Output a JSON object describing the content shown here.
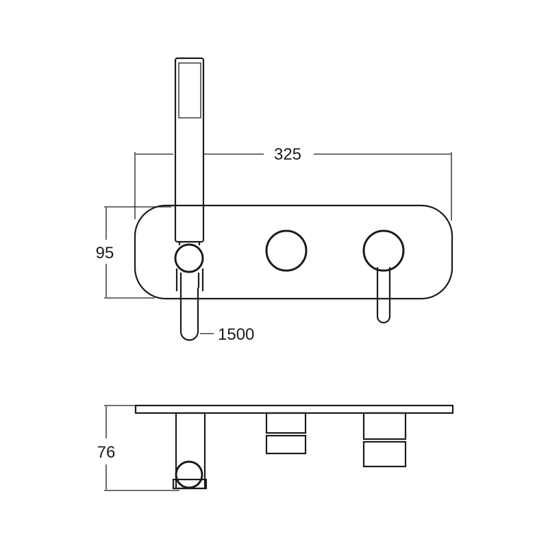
{
  "diagram": {
    "dimensions": {
      "width": "325",
      "height": "95",
      "hose_length": "1500",
      "depth": "76"
    },
    "colors": {
      "line": "#1a1a1a",
      "background": "#ffffff"
    },
    "views": [
      "front-view",
      "top-view"
    ],
    "icons": [
      "hand-shower-icon",
      "diverter-knob-icon",
      "mixer-lever-icon",
      "shower-holder-icon"
    ]
  }
}
